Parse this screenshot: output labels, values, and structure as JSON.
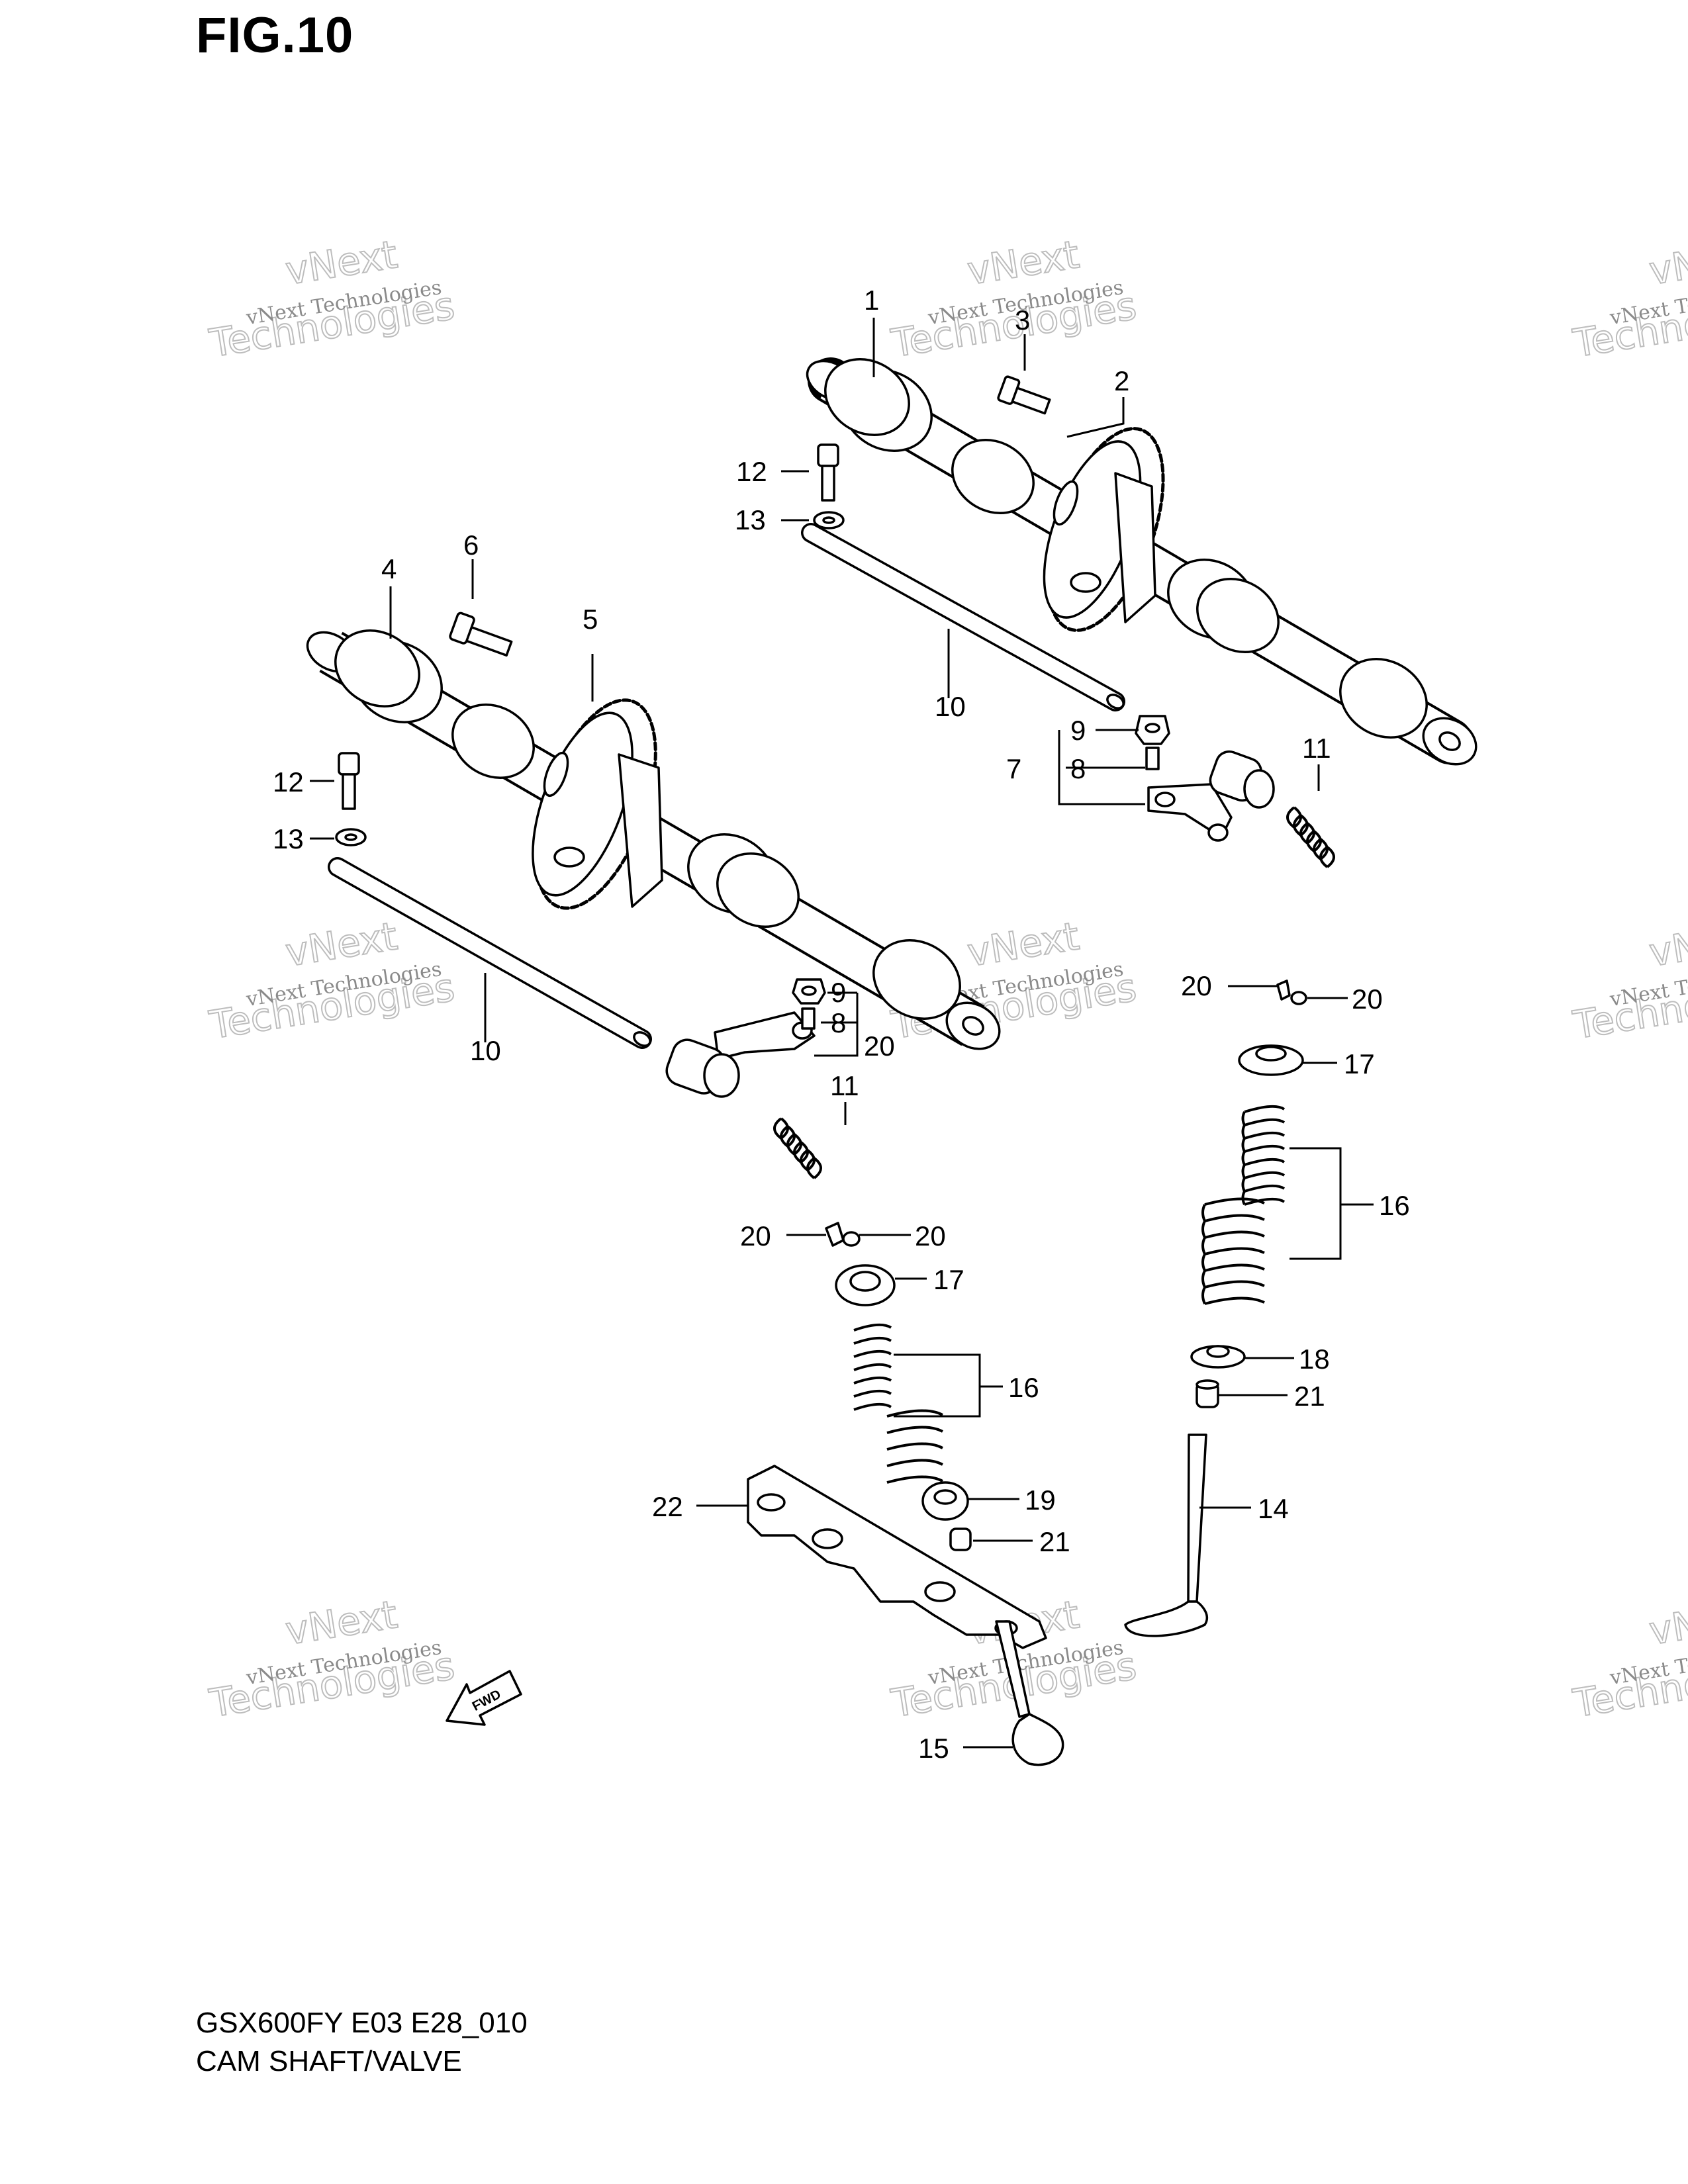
{
  "figure": {
    "title": "FIG.10",
    "model_code": "GSX600FY E03 E28_010",
    "section_name": "CAM SHAFT/VALVE"
  },
  "watermark": {
    "line1": "vNext Technologies",
    "line2": "vNext",
    "line3": "Technologies"
  },
  "fwd_arrow_label": "FWD",
  "callouts": {
    "c1": "1",
    "c2": "2",
    "c3": "3",
    "c4": "4",
    "c5": "5",
    "c6": "6",
    "c7": "7",
    "c8a": "8",
    "c8b": "8",
    "c9a": "9",
    "c9b": "9",
    "c10a": "10",
    "c10b": "10",
    "c11a": "11",
    "c11b": "11",
    "c12a": "12",
    "c12b": "12",
    "c13a": "13",
    "c13b": "13",
    "c14": "14",
    "c15": "15",
    "c16a": "16",
    "c16b": "16",
    "c17a": "17",
    "c17b": "17",
    "c18": "18",
    "c19": "19",
    "c20a": "20",
    "c20b": "20",
    "c20c": "20",
    "c20d": "20",
    "c20e": "20",
    "c21a": "21",
    "c21b": "21",
    "c22": "22"
  }
}
